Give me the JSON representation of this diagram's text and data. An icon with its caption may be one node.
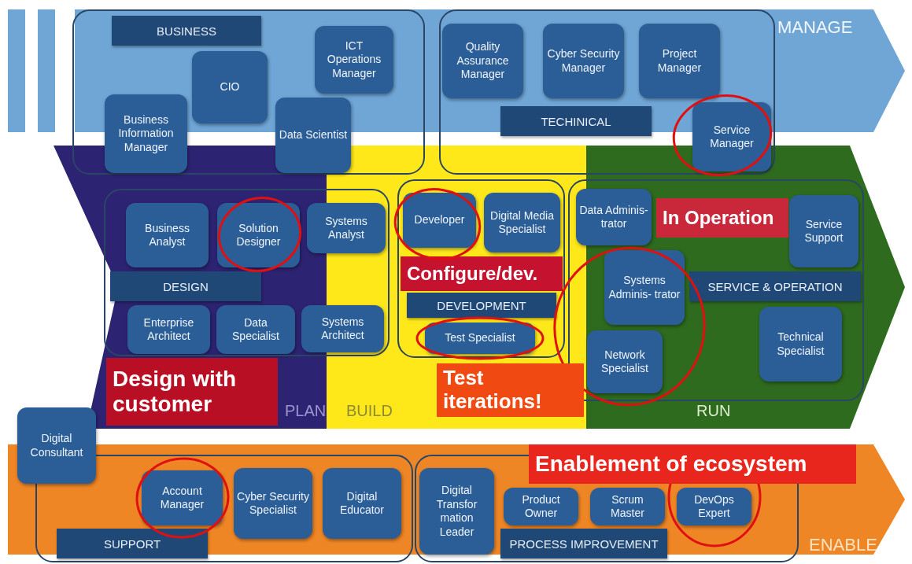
{
  "diagram": {
    "nodes": [
      {
        "text": [
          "MANAGE"
        ]
      },
      {
        "text": [
          "BUSINESS"
        ]
      },
      {
        "text": [
          "CIO"
        ]
      },
      {
        "text": [
          "ICT Operations Manager"
        ]
      },
      {
        "text": [
          "Business Information Manager"
        ],
        "in": 1
      },
      {
        "text": [
          "Data Scientist"
        ],
        "in": 1
      },
      {
        "text": [
          "TECHINICAL"
        ]
      },
      {
        "text": [
          "Quality Assurance Manager"
        ]
      },
      {
        "text": [
          "Cyber Security Manager"
        ]
      },
      {
        "text": [
          "Project Manager"
        ]
      },
      {
        "text": [
          "Service Manager"
        ],
        "in": 6
      },
      {
        "text": [
          "PLAN"
        ]
      },
      {
        "text": [
          "BUILD"
        ]
      },
      {
        "text": [
          "RUN"
        ]
      },
      {
        "text": [
          "DESIGN"
        ]
      },
      {
        "text": [
          "Business Analyst"
        ]
      },
      {
        "text": [
          "Solution Designer"
        ]
      },
      {
        "text": [
          "Systems Analyst"
        ],
        "in": 14
      },
      {
        "text": [
          "Enterprise Architect"
        ]
      },
      {
        "text": [
          "Data Specialist"
        ]
      },
      {
        "text": [
          "Systems Architect"
        ],
        "in": 14
      },
      {
        "text": [
          "DEVELOPMENT"
        ],
        "in": 12
      },
      {
        "text": [
          "Developer"
        ],
        "in": 21
      },
      {
        "text": [
          "Digital Media Specialist"
        ],
        "in": 21
      },
      {
        "text": [
          "Test Specialist"
        ],
        "in": 21
      },
      {
        "text": [
          "SERVICE & OPERATION"
        ]
      },
      {
        "text": [
          "Data Adminis- trator"
        ],
        "in": 25
      },
      {
        "text": [
          "Service Support"
        ],
        "in": 25
      },
      {
        "text": [
          "Systems Adminis- trator"
        ],
        "in": 25
      },
      {
        "text": [
          "Network Specialist"
        ],
        "in": 25
      },
      {
        "text": [
          "Technical Specialist"
        ],
        "in": 25
      },
      {
        "text": [
          "Configure/dev."
        ],
        "in": 21
      },
      {
        "text": [
          "In Operation"
        ],
        "in": 25
      },
      {
        "text": [
          "Test iterations!"
        ],
        "in": 12
      },
      {
        "text": [
          "Design with customer"
        ],
        "in": 11
      },
      {
        "text": [
          "ENABLE"
        ]
      },
      {
        "text": [
          "Digital Consultant"
        ]
      },
      {
        "text": [
          "SUPPORT"
        ]
      },
      {
        "text": [
          "Account Manager"
        ],
        "in": 37
      },
      {
        "text": [
          "Cyber Security Specialist"
        ],
        "in": 37
      },
      {
        "text": [
          "Digital Educator"
        ],
        "in": 37
      },
      {
        "text": [
          "PROCESS IMPROVEMENT"
        ]
      },
      {
        "text": [
          "Digital Transfor mation Leader"
        ],
        "in": 41
      },
      {
        "text": [
          "Product Owner"
        ],
        "in": 41
      },
      {
        "text": [
          "Scrum Master"
        ],
        "in": 41
      },
      {
        "text": [
          "DevOps Expert"
        ],
        "in": 41
      },
      {
        "text": [
          "Enablement of ecosystem"
        ],
        "in": 35
      }
    ]
  }
}
